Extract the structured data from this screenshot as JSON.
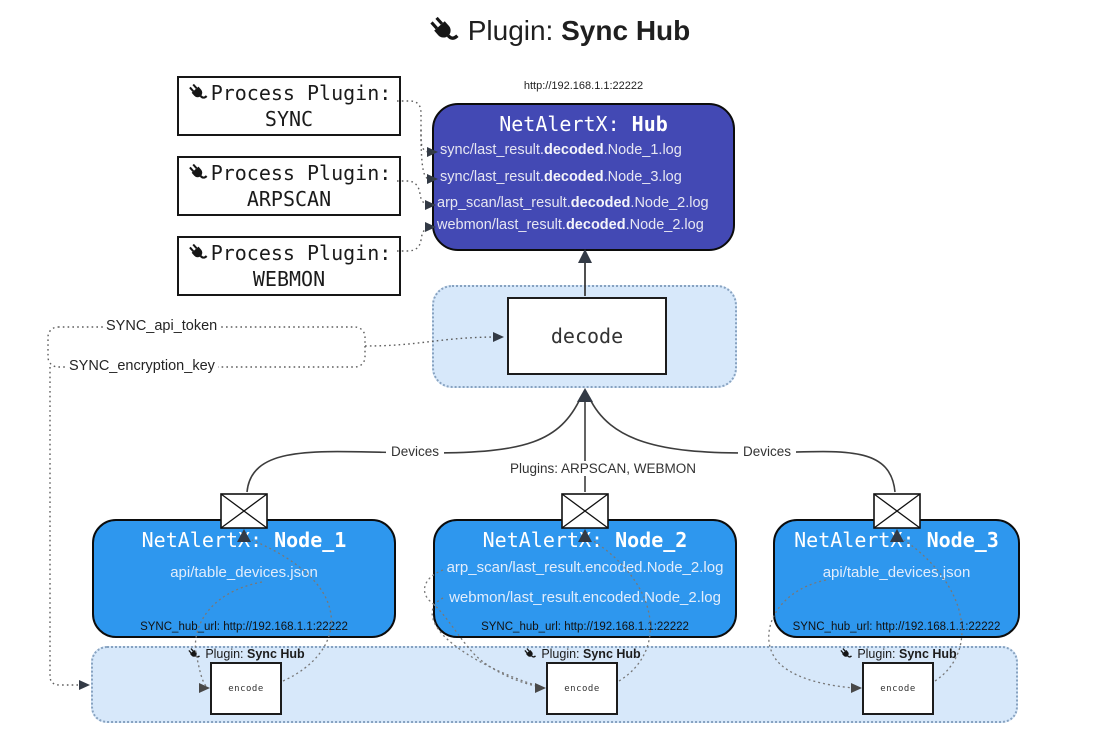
{
  "title": {
    "prefix": "Plugin: ",
    "bold": "Sync Hub"
  },
  "hub": {
    "url": "http://192.168.1.1:22222",
    "name_prefix": "NetAlertX: ",
    "name_bold": "Hub",
    "files": [
      {
        "pre": "sync/last_result.",
        "bold": "decoded",
        "post": ".Node_1.log"
      },
      {
        "pre": "sync/last_result.",
        "bold": "decoded",
        "post": ".Node_3.log"
      },
      {
        "pre": "arp_scan/last_result.",
        "bold": "decoded",
        "post": ".Node_2.log"
      },
      {
        "pre": "webmon/last_result.",
        "bold": "decoded",
        "post": ".Node_2.log"
      }
    ]
  },
  "process_plugins": [
    {
      "label": "Process Plugin:",
      "name": "SYNC"
    },
    {
      "label": "Process Plugin:",
      "name": "ARPSCAN"
    },
    {
      "label": "Process Plugin:",
      "name": "WEBMON"
    }
  ],
  "settings": {
    "api_token": "SYNC_api_token",
    "encryption_key": "SYNC_encryption_key"
  },
  "decode_label": "decode",
  "edge_labels": {
    "devices_left": "Devices",
    "plugins_mid": "Plugins: ARPSCAN, WEBMON",
    "devices_right": "Devices"
  },
  "nodes": [
    {
      "name_prefix": "NetAlertX: ",
      "name_bold": "Node_1",
      "files": [
        "api/table_devices.json"
      ],
      "hub_url": "SYNC_hub_url: http://192.168.1.1:22222"
    },
    {
      "name_prefix": "NetAlertX: ",
      "name_bold": "Node_2",
      "files": [
        "arp_scan/last_result.encoded.Node_2.log",
        "webmon/last_result.encoded.Node_2.log"
      ],
      "hub_url": "SYNC_hub_url: http://192.168.1.1:22222"
    },
    {
      "name_prefix": "NetAlertX: ",
      "name_bold": "Node_3",
      "files": [
        "api/table_devices.json"
      ],
      "hub_url": "SYNC_hub_url: http://192.168.1.1:22222"
    }
  ],
  "encoder": {
    "plugin_prefix": "Plugin: ",
    "plugin_bold": "Sync Hub",
    "box_label": "encode"
  },
  "colors": {
    "hub_fill": "#4349b4",
    "node_fill": "#2e97ee",
    "band_fill": "#d7e8fa",
    "band_border": "#87a2c0",
    "line": "#3d3d3d"
  }
}
